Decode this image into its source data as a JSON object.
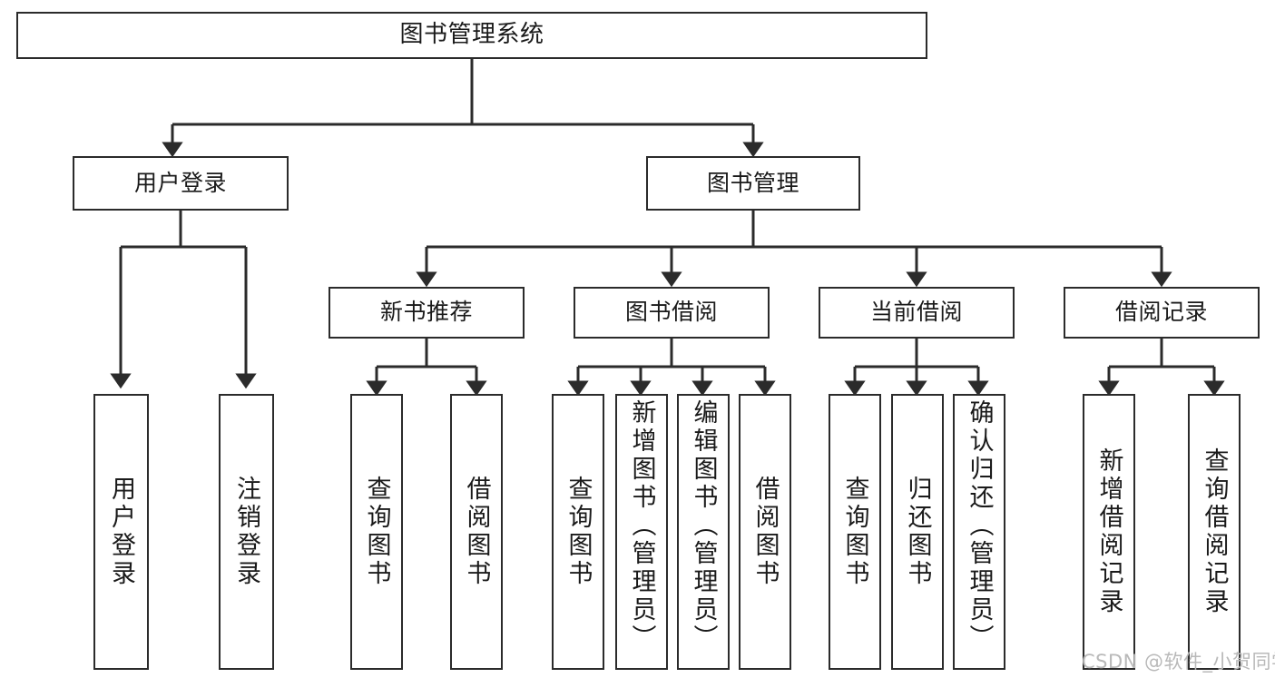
{
  "diagram": {
    "title": "图书管理系统",
    "type": "tree",
    "root": {
      "id": "root",
      "label": "图书管理系统"
    },
    "level1": [
      {
        "id": "user-login",
        "label": "用户登录"
      },
      {
        "id": "book-management",
        "label": "图书管理"
      }
    ],
    "level2": [
      {
        "id": "new-book-recommend",
        "label": "新书推荐",
        "parent": "book-management"
      },
      {
        "id": "book-borrow",
        "label": "图书借阅",
        "parent": "book-management"
      },
      {
        "id": "current-borrow",
        "label": "当前借阅",
        "parent": "book-management"
      },
      {
        "id": "borrow-record",
        "label": "借阅记录",
        "parent": "book-management"
      }
    ],
    "leaves": {
      "user_login": [
        {
          "id": "leaf-user-login",
          "label": "用户登录"
        },
        {
          "id": "leaf-logout-login",
          "label": "注销登录"
        }
      ],
      "new_book_recommend": [
        {
          "id": "leaf-query-book-1",
          "label": "查询图书"
        },
        {
          "id": "leaf-borrow-book-1",
          "label": "借阅图书"
        }
      ],
      "book_borrow": [
        {
          "id": "leaf-query-book-2",
          "label": "查询图书"
        },
        {
          "id": "leaf-add-book",
          "label": "新增图书（管理员）"
        },
        {
          "id": "leaf-edit-book",
          "label": "编辑图书（管理员）"
        },
        {
          "id": "leaf-borrow-book-2",
          "label": "借阅图书"
        }
      ],
      "current_borrow": [
        {
          "id": "leaf-query-book-3",
          "label": "查询图书"
        },
        {
          "id": "leaf-return-book",
          "label": "归还图书"
        },
        {
          "id": "leaf-confirm-return",
          "label": "确认归还（管理员）"
        }
      ],
      "borrow_record": [
        {
          "id": "leaf-add-record",
          "label": "新增借阅记录"
        },
        {
          "id": "leaf-query-record",
          "label": "查询借阅记录"
        }
      ]
    }
  },
  "watermark": {
    "text": "CSDN @软件_小贺同学"
  },
  "colors": {
    "stroke": "#2b2b2b",
    "background": "#ffffff",
    "text": "#1a1a1a",
    "watermark": "#b9b9b9"
  }
}
